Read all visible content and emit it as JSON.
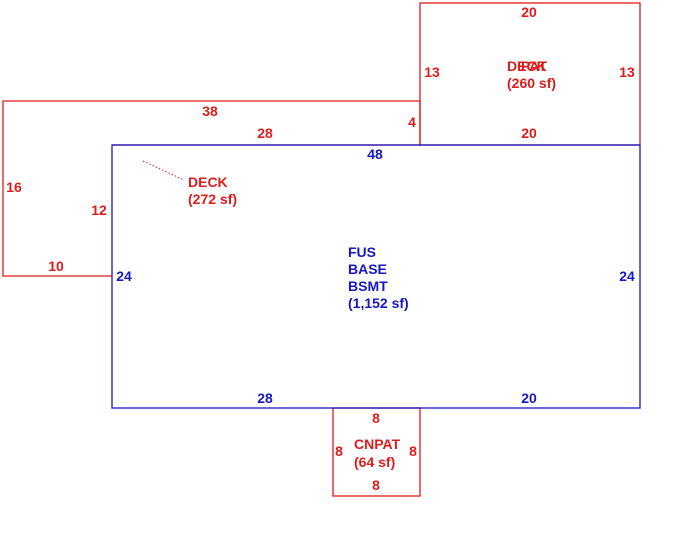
{
  "colors": {
    "addition": "#e01b1b",
    "main": "#1616c4"
  },
  "main_area": {
    "lines": [
      "FUS",
      "BASE",
      "BSMT"
    ],
    "area": "(1,152 sf)",
    "dims": {
      "top": "48",
      "left": "24",
      "right": "24",
      "bottom_left": "28",
      "bottom_right": "20"
    }
  },
  "deck": {
    "label": "DECK",
    "area": "(272 sf)",
    "dims": {
      "top_outer": "38",
      "top_inner": "28",
      "left": "16",
      "inner_left": "12",
      "bottom": "10",
      "step": "4"
    }
  },
  "upper_addition": {
    "label_a": "DECK",
    "label_b": "PAT",
    "area": "(260 sf)",
    "dims": {
      "top": "20",
      "left": "13",
      "right": "13",
      "bottom": "20"
    }
  },
  "cnpat": {
    "label": "CNPAT",
    "area": "(64 sf)",
    "dims": {
      "top": "8",
      "left": "8",
      "right": "8",
      "bottom": "8"
    }
  }
}
